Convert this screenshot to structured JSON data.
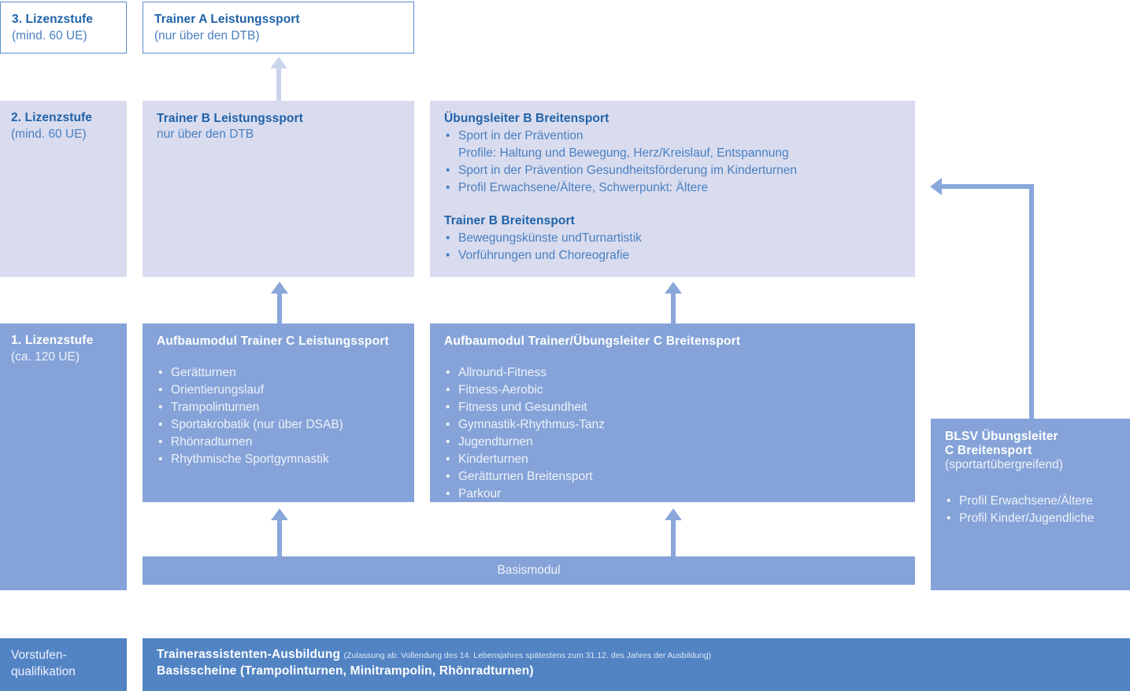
{
  "diagram": {
    "title": "DTB Ausbildungsstruktur Lizenzstufen",
    "colors": {
      "outline_border": "#5b8ccb",
      "light_fill": "#d9dcef",
      "mid_fill": "#85a3d8",
      "dark_fill": "#5284c4",
      "arrow": "#8aa7da",
      "arrow_pale": "#ccd5ee",
      "text_dark": "#1f62a8",
      "text_light": "#ffffff"
    }
  },
  "levels": {
    "level3": {
      "title": "3. Lizenzstufe",
      "subtitle": "(mind. 60 UE)"
    },
    "level2": {
      "title": "2. Lizenzstufe",
      "subtitle": "(mind. 60 UE)"
    },
    "level1": {
      "title": "1. Lizenzstufe",
      "subtitle": "(ca. 120 UE)"
    },
    "pre": {
      "line1": "Vorstufen-",
      "line2": "qualifikation"
    }
  },
  "trainer_a": {
    "title": "Trainer A Leistungssport",
    "subtitle": "(nur über den DTB)"
  },
  "trainer_b_leistung": {
    "title": "Trainer B Leistungssport",
    "subtitle": "nur über den DTB"
  },
  "uebungsleiter_b": {
    "title": "Übungsleiter B Breitensport",
    "items": [
      {
        "text": "Sport in der Prävention",
        "bullet": true
      },
      {
        "text": "Profile: Haltung und Bewegung, Herz/Kreislauf, Entspannung",
        "bullet": false
      },
      {
        "text": "Sport in der Prävention Gesundheitsförderung im Kinderturnen",
        "bullet": true
      },
      {
        "text": "Profil Erwachsene/Ältere, Schwerpunkt: Ältere",
        "bullet": true
      }
    ]
  },
  "trainer_b_breiten": {
    "title": "Trainer B Breitensport",
    "items": [
      {
        "text": "Bewegungskünste undTurnartistik",
        "bullet": true
      },
      {
        "text": "Vorführungen und Choreografie",
        "bullet": true
      }
    ]
  },
  "aufbau_leistung": {
    "title": "Aufbaumodul Trainer C Leistungssport",
    "items": [
      {
        "text": "Gerätturnen",
        "bullet": true
      },
      {
        "text": "Orientierungslauf",
        "bullet": true
      },
      {
        "text": "Trampolinturnen",
        "bullet": true
      },
      {
        "text": "Sportakrobatik (nur über DSAB)",
        "bullet": true
      },
      {
        "text": "Rhönradturnen",
        "bullet": true
      },
      {
        "text": "Rhythmische Sportgymnastik",
        "bullet": true
      }
    ]
  },
  "aufbau_breiten": {
    "title": "Aufbaumodul Trainer/Übungsleiter C Breitensport",
    "items": [
      {
        "text": "Allround-Fitness",
        "bullet": true
      },
      {
        "text": "Fitness-Aerobic",
        "bullet": true
      },
      {
        "text": "Fitness und Gesundheit",
        "bullet": true
      },
      {
        "text": "Gymnastik-Rhythmus-Tanz",
        "bullet": true
      },
      {
        "text": "Jugendturnen",
        "bullet": true
      },
      {
        "text": "Kinderturnen",
        "bullet": true
      },
      {
        "text": "Gerätturnen Breitensport",
        "bullet": true
      },
      {
        "text": "Parkour",
        "bullet": true
      }
    ]
  },
  "blsv": {
    "title_line1": "BLSV Übungsleiter",
    "title_line2": "C Breitensport",
    "subtitle": "(sportartübergreifend)",
    "items": [
      {
        "text": "Profil Erwachsene/Ältere",
        "bullet": true
      },
      {
        "text": "Profil Kinder/Jugendliche",
        "bullet": true
      }
    ]
  },
  "basismodul": {
    "label": "Basismodul"
  },
  "vorstufe_content": {
    "line1_main": "Trainerassistenten-Ausbildung",
    "line1_note": "(Zulassung ab: Vollendung des 14. Lebensjahres spätestens zum 31.12. des Jahres der Ausbildung)",
    "line2": "Basisscheine (Trampolinturnen, Minitrampolin, Rhönradturnen)"
  }
}
